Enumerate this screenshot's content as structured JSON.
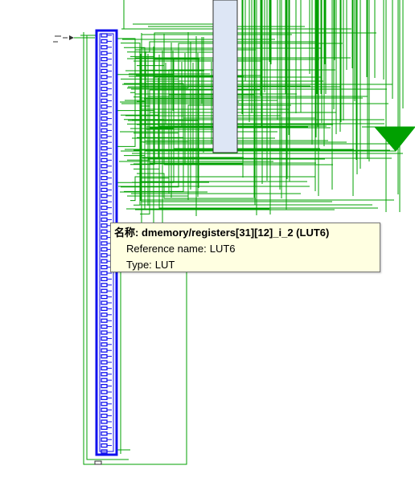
{
  "colors": {
    "background": "#ffffff",
    "net_wire": "#00a000",
    "selected_cell": "#1010ee",
    "block_fill": "#dde6f5",
    "tooltip_bg": "#ffffe1"
  },
  "tooltip": {
    "name_label": "名称:",
    "name_value": "dmemory/registers[31][12]_i_2 (LUT6)",
    "ref_label": "Reference name:",
    "ref_value": "LUT6",
    "type_label": "Type:",
    "type_value": "LUT"
  }
}
